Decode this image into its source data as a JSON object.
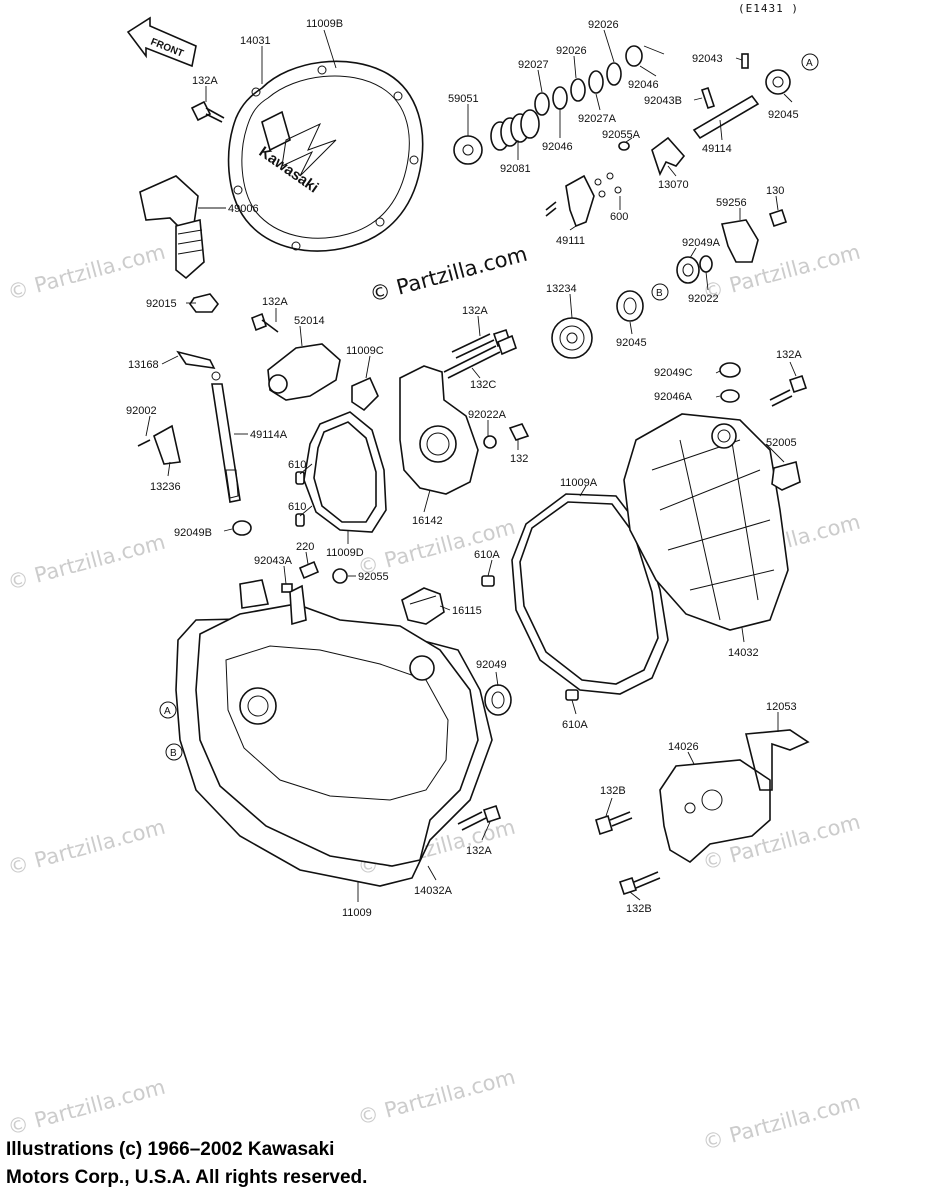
{
  "diagram_code": "(E1431 )",
  "front_label": "FRONT",
  "brand_on_cover": "Kawasaki",
  "watermark": "© Partzilla.com",
  "callouts": {
    "a": "A",
    "b": "B"
  },
  "footer": {
    "line1": "Illustrations (c) 1966–2002 Kawasaki",
    "line2": "Motors Corp., U.S.A.  All rights reserved."
  },
  "labels": {
    "p11009B": "11009B",
    "p14031": "14031",
    "p132A_1": "132A",
    "p49006": "49006",
    "p92015": "92015",
    "p132A_2": "132A",
    "p52014": "52014",
    "p11009C": "11009C",
    "p13168": "13168",
    "p92002": "92002",
    "p49114A": "49114A",
    "p13236": "13236",
    "p610_1": "610",
    "p610_2": "610",
    "p11009D": "11009D",
    "p92049B": "92049B",
    "p92043A": "92043A",
    "p220": "220",
    "p92055": "92055",
    "p16115": "16115",
    "p16142": "16142",
    "p132A_3": "132A",
    "p132C": "132C",
    "p92022A": "92022A",
    "p132": "132",
    "p59051": "59051",
    "p92081": "92081",
    "p92027": "92027",
    "p92026_1": "92026",
    "p92026_2": "92026",
    "p92046_1": "92046",
    "p92046_2": "92046",
    "p92027A": "92027A",
    "p92055A": "92055A",
    "p92043": "92043",
    "p92043B": "92043B",
    "p49114": "49114",
    "p13070": "13070",
    "p92045_1": "92045",
    "p49111": "49111",
    "p600": "600",
    "p130": "130",
    "p59256": "59256",
    "p92049A": "92049A",
    "p92022": "92022",
    "p13234": "13234",
    "p92045_2": "92045",
    "p92049C": "92049C",
    "p92046A": "92046A",
    "p132A_4": "132A",
    "p52005": "52005",
    "p11009A": "11009A",
    "p610A_1": "610A",
    "p610A_2": "610A",
    "p14032": "14032",
    "p92049": "92049",
    "p12053": "12053",
    "p14026": "14026",
    "p132B_1": "132B",
    "p132B_2": "132B",
    "p132A_5": "132A",
    "p14032A": "14032A",
    "p11009": "11009"
  }
}
